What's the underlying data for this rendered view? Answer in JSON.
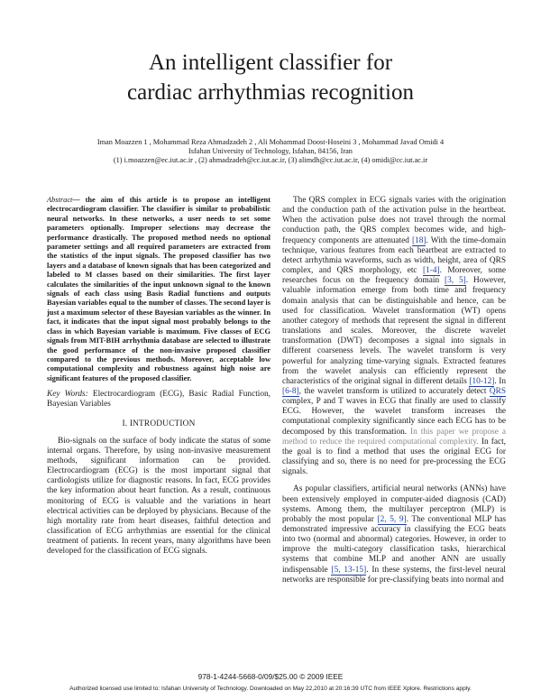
{
  "title": {
    "line1": "An intelligent classifier for",
    "line2": "cardiac arrhythmias recognition"
  },
  "authors": {
    "names": "Iman Moazzen 1 , Mohammad Reza Ahmadzadeh 2 , Ali Mohammad Doost-Hoseini 3 , Mohammad Javad Omidi 4",
    "affiliation": "Isfahan University of Technology, Isfahan, 84156, Iran",
    "emails": "(1) i.moazzen@ec.iut.ac.ir , (2) ahmadzadeh@cc.iut.ac.ir, (3) alimdh@cc.iut.ac.ir, (4) omidi@cc.iut.ac.ir"
  },
  "abstract": {
    "lead": "Abstract",
    "body": "— the aim of this article is to propose an intelligent electrocardiogram classifier. The classifier is similar to probabilistic neural networks. In these networks, a user needs to set some parameters optionally. Improper selections may decrease the performance drastically. The proposed method needs no optional parameter settings and all required parameters are extracted from the statistics of the input signals. The proposed classifier has two layers and a database of known signals that has been categorized and labeled to M classes based on their similarities. The first layer calculates the similarities of the input unknown signal to the known signals of each class using Basis Radial functions and outputs Bayesian variables equal to the number of classes. The second layer is just a maximum selector of these Bayesian variables as the winner. In fact, it indicates that the input signal most probably belongs to the class in which Bayesian variable is maximum. Five classes of ECG signals from MIT-BIH arrhythmia database are selected to illustrate the good performance of the non-invasive proposed classifier compared to the previous methods. Moreover, acceptable low computational complexity and robustness against high noise are significant features of the proposed classifier."
  },
  "keywords": {
    "lead": "Key Words:",
    "body": " Electrocardiogram (ECG), Basic Radial Function, Bayesian Variables"
  },
  "section1": {
    "heading": "I.   INTRODUCTION",
    "para1": "Bio-signals on the surface of body indicate the status of some internal organs. Therefore, by using non-invasive measurement methods, significant information can be provided. Electrocardiogram (ECG) is the most important signal that cardiologists utilize for diagnostic reasons. In fact, ECG provides the key information about heart function. As a result, continuous monitoring of ECG is valuable and the variations in heart electrical activities can be deployed by physicians. Because of the high mortality rate from heart diseases, faithful detection and classification of ECG arrhythmias are essential for the clinical treatment of patients. In recent years, many algorithms have been developed for the classification of ECG signals."
  },
  "right_col": {
    "p1_a": "The QRS complex in ECG signals varies with the origination and the conduction path of the activation pulse in the heartbeat. When the activation pulse does not travel through the normal conduction path, the QRS complex becomes wide, and high-frequency components are attenuated ",
    "p1_c1": "[18]",
    "p1_b": ". With the time-domain technique, various features from each heartbeat are extracted to detect arrhythmia waveforms, such as width, height, area of QRS complex, and QRS morphology, etc ",
    "p1_c2": "[1-4]",
    "p1_c": ". Moreover, some researches focus on the frequency domain ",
    "p1_c3": "[3, 5]",
    "p1_d": ". However, valuable information emerge from both time and frequency domain analysis that can be distinguishable and hence, can be used for classification. Wavelet transformation (WT) opens another category of methods that represent the signal in different translations and scales. Moreover, the discrete wavelet transformation (DWT) decomposes a signal into signals in different coarseness levels. The wavelet transform is very powerful for analyzing time-varying signals. Extracted features from the wavelet analysis can efficiently represent the characteristics of the original signal in different details ",
    "p1_c4": "[10-12]",
    "p1_e": ". In ",
    "p1_c5": "[6-8]",
    "p1_f": ", the wavelet transform is utilized to accurately detect ",
    "p1_c6": "QRS",
    "p1_g": " complex, P and T waves in ECG that finally are used to classify ECG. However, the wavelet transform increases the computational complexity significantly since each ECG has to be decomposed by this transformation. ",
    "p1_grey": "In this paper we propose a method to reduce the required computational complexity.",
    "p1_h": " In fact, the goal is to find a method that uses the original ECG for classifying and so, there is no need for pre-processing the ECG signals.",
    "p2_a": "As popular classifiers, artificial neural networks (ANNs) have been extensively employed in computer-aided diagnosis (CAD) systems. Among them, the multilayer perceptron (MLP) is probably the most popular ",
    "p2_c1": "[2, 5, 9]",
    "p2_b": ". The conventional MLP has demonstrated impressive accuracy in classifying the ECG beats into two (normal and abnormal) categories. However, in order to improve the multi-category classification tasks, hierarchical systems that combine MLP and another ANN are usually indispensable ",
    "p2_c2": "[5, 13-15]",
    "p2_c": ". In these systems, the first-level neural networks are responsible for pre-classifying beats into normal and"
  },
  "footer": {
    "isbn": "978-1-4244-5668-0/09/$25.00 © 2009 IEEE",
    "license": "Authorized licensed use limited to: Isfahan University of Technology. Downloaded on May 22,2010 at 20:16:39 UTC from IEEE Xplore.  Restrictions apply."
  },
  "colors": {
    "citation": "#1f3f9f",
    "text": "#1a1a1a"
  }
}
